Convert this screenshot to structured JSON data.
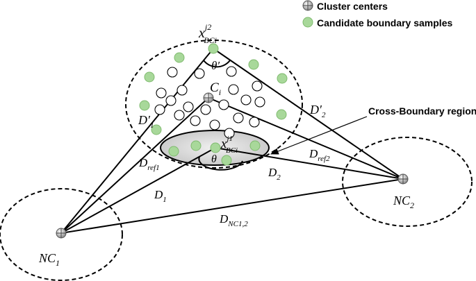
{
  "legend": {
    "items": [
      {
        "label": "Cluster centers",
        "marker": "cluster-center"
      },
      {
        "label": "Candidate boundary samples",
        "marker": "candidate-sample"
      }
    ]
  },
  "labels": {
    "cross_boundary_region": "Cross-Boundary region",
    "xbc_j2": {
      "base": "x",
      "sup": "j2",
      "sub": "BCi"
    },
    "xbc_j1": {
      "base": "x",
      "sup": "j1",
      "sub": "BCi"
    },
    "center_ci": {
      "base": "C",
      "sub": "i"
    },
    "theta_prime": "θ′",
    "theta": "θ",
    "d1_prime": {
      "base": "D′",
      "sub": "1"
    },
    "d2_prime": {
      "base": "D′",
      "sub": "2"
    },
    "d1": {
      "base": "D",
      "sub": "1"
    },
    "d2": {
      "base": "D",
      "sub": "2"
    },
    "d_ref1": {
      "base": "D",
      "sub": "ref1"
    },
    "d_ref2": {
      "base": "D",
      "sub": "ref2"
    },
    "d_nc12": {
      "base": "D",
      "sub": "NC1,2"
    },
    "nc1": {
      "base": "NC",
      "sub": "1"
    },
    "nc2": {
      "base": "NC",
      "sub": "2"
    }
  },
  "colors": {
    "candidate_fill": "#a8d89a",
    "candidate_stroke": "#7fba6e",
    "region_fill": "#d6d6d6",
    "line": "#000000"
  }
}
